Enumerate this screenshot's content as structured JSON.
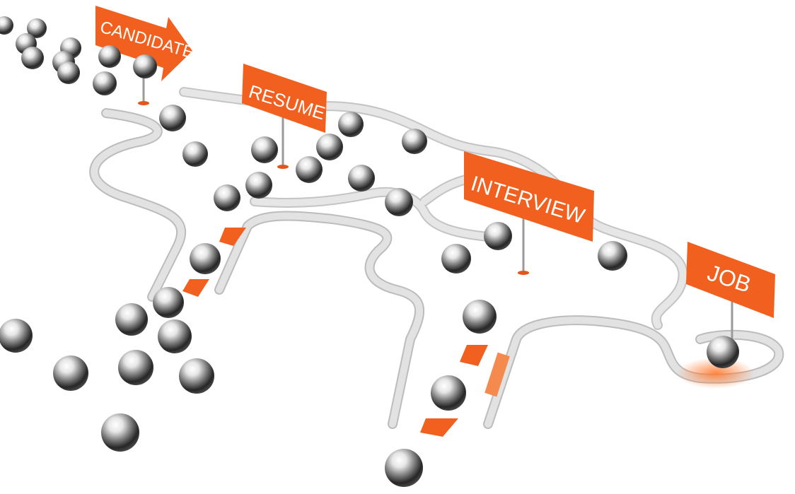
{
  "signs": {
    "candidates": "CANDIDATES",
    "resume": "RESUME",
    "interview": "INTERVIEW",
    "job": "JOB"
  },
  "colors": {
    "sign_orange": "#f2601f",
    "sign_orange_dark": "#c44412",
    "track": "#d8d8d8",
    "track_shadow": "#b5b5b5",
    "ball_dark": "#2a2a2a",
    "ball_light": "#f4f4f4",
    "background": "#ffffff"
  }
}
